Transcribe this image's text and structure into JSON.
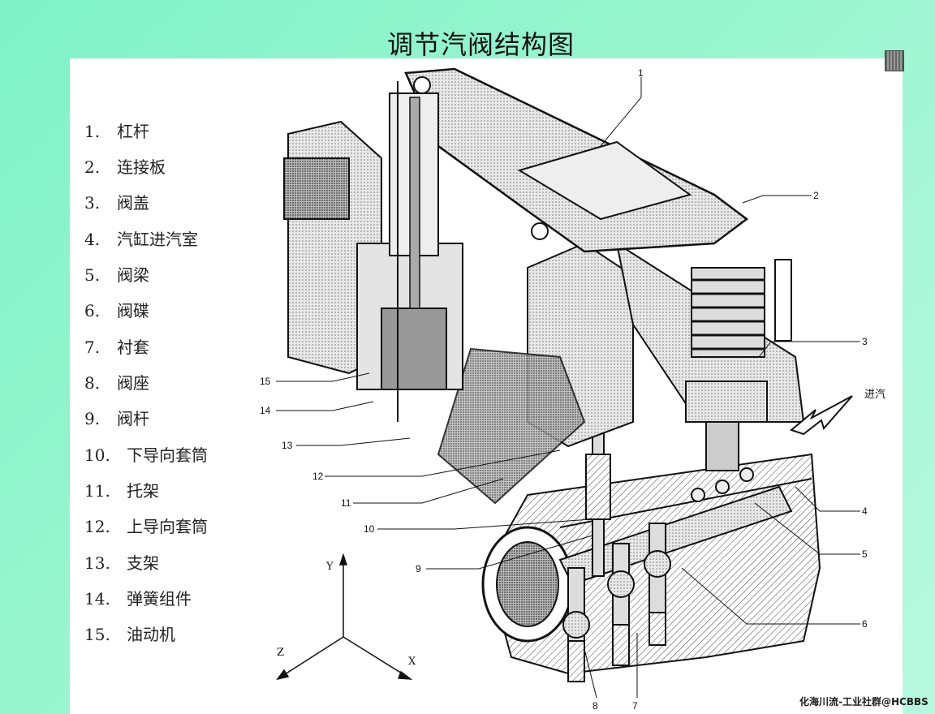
{
  "title": "调节汽阀结构图",
  "parts": [
    {
      "num": "1.",
      "name": "杠杆"
    },
    {
      "num": "2.",
      "name": "连接板"
    },
    {
      "num": "3.",
      "name": "阀盖"
    },
    {
      "num": "4.",
      "name": "汽缸进汽室"
    },
    {
      "num": "5.",
      "name": "阀梁"
    },
    {
      "num": "6.",
      "name": "阀碟"
    },
    {
      "num": "7.",
      "name": "衬套"
    },
    {
      "num": "8.",
      "name": "阀座"
    },
    {
      "num": "9.",
      "name": "阀杆"
    },
    {
      "num": "10.",
      "name": "下导向套筒"
    },
    {
      "num": "11.",
      "name": "托架"
    },
    {
      "num": "12.",
      "name": "上导向套筒"
    },
    {
      "num": "13.",
      "name": "支架"
    },
    {
      "num": "14.",
      "name": "弹簧组件"
    },
    {
      "num": "15.",
      "name": "油动机"
    }
  ],
  "callouts": [
    "1",
    "2",
    "3",
    "4",
    "5",
    "6",
    "7",
    "8",
    "9",
    "10",
    "11",
    "12",
    "13",
    "14",
    "15"
  ],
  "inlet_label": "进汽",
  "axes": {
    "x": "X",
    "y": "Y",
    "z": "Z"
  },
  "watermark": "化海川流-工业社群@HCBBS"
}
